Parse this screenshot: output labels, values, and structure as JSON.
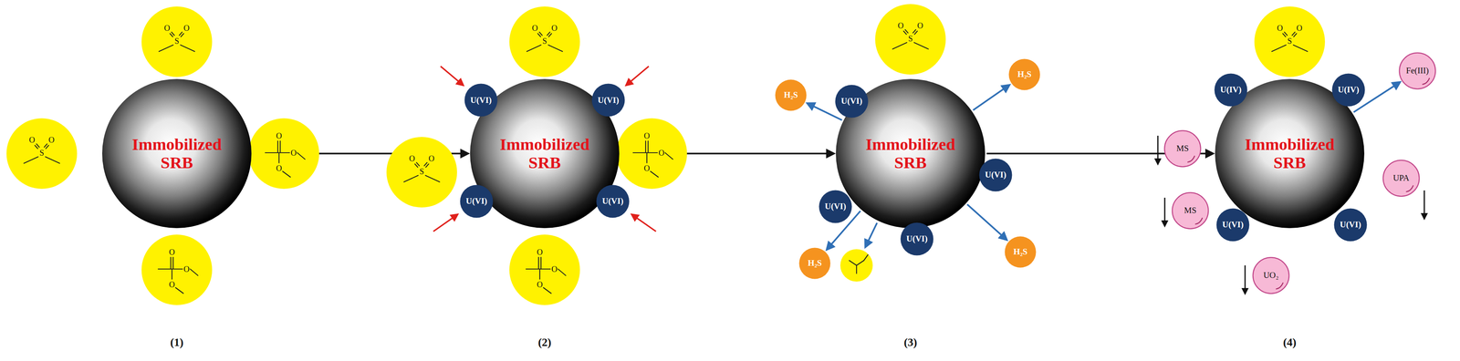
{
  "diagram": {
    "nodes": [
      {
        "text": [
          "Immobilized SRB"
        ]
      },
      {
        "text": [
          "Immobilized SRB"
        ]
      },
      {
        "text": [
          "U(VI)"
        ]
      },
      {
        "text": [
          "U(VI)"
        ]
      },
      {
        "text": [
          "U(VI)"
        ]
      },
      {
        "text": [
          "U(VI)"
        ]
      },
      {
        "text": [
          "Immobilized SRB"
        ]
      },
      {
        "text": [
          "H₂S"
        ]
      },
      {
        "text": [
          "U(VI)"
        ]
      },
      {
        "text": [
          "H₂S"
        ]
      },
      {
        "text": [
          "U(VI)"
        ]
      },
      {
        "text": [
          "U(VI)"
        ]
      },
      {
        "text": [
          "H₂S"
        ]
      },
      {
        "text": [
          "U(VI)"
        ]
      },
      {
        "text": [
          "H₂S"
        ]
      },
      {
        "text": [
          "Immobilized SRB"
        ]
      },
      {
        "text": [
          "U(IV)"
        ]
      },
      {
        "text": [
          "U(IV)"
        ]
      },
      {
        "text": [
          "Fe(III)"
        ]
      },
      {
        "text": [
          "MS"
        ]
      },
      {
        "text": [
          "UPA"
        ]
      },
      {
        "text": [
          "MS"
        ]
      },
      {
        "text": [
          "U(VI)"
        ]
      },
      {
        "text": [
          "U(VI)"
        ]
      },
      {
        "text": [
          "UO₂"
        ]
      }
    ],
    "edges": [
      {
        "from": 0,
        "to": 1,
        "arrow": "to"
      },
      {
        "from": 1,
        "to": 6,
        "arrow": "to"
      },
      {
        "from": 6,
        "to": 15,
        "arrow": "to"
      },
      {
        "from": 6,
        "to": 7,
        "arrow": "to"
      },
      {
        "from": 6,
        "to": 9,
        "arrow": "to"
      },
      {
        "from": 6,
        "to": 12,
        "arrow": "to"
      },
      {
        "from": 6,
        "to": 14,
        "arrow": "to"
      },
      {
        "from": 15,
        "to": 18,
        "arrow": "to"
      }
    ],
    "labels": [
      "(1)",
      "(2)",
      "(3)",
      "(4)",
      "O",
      "O",
      "S",
      "O",
      "O",
      "S",
      "O",
      "O",
      "O",
      "O",
      "O",
      "O",
      "O",
      "O",
      "S",
      "O",
      "O",
      "S",
      "O",
      "O",
      "O",
      "O",
      "O",
      "O",
      "O",
      "O",
      "S",
      "O",
      "O",
      "S"
    ]
  }
}
